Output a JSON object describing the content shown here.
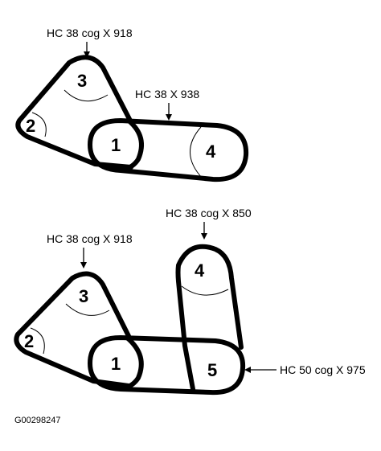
{
  "top_diagram": {
    "label_belt_a": "HC 38 cog X 918",
    "label_belt_b": "HC 38 X 938",
    "pulleys": {
      "p1": "1",
      "p2": "2",
      "p3": "3",
      "p4": "4"
    }
  },
  "bottom_diagram": {
    "label_belt_a": "HC 38 cog X 918",
    "label_belt_c": "HC 38 cog X 850",
    "label_belt_d": "HC 50 cog X 975",
    "pulleys": {
      "p1": "1",
      "p2": "2",
      "p3": "3",
      "p4": "4",
      "p5": "5"
    }
  },
  "figure_code": "G00298247"
}
